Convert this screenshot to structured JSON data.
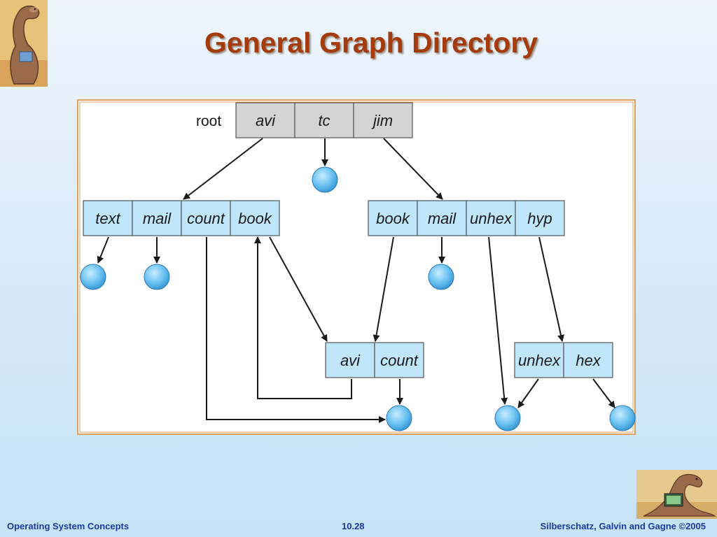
{
  "slide": {
    "title": "General Graph Directory"
  },
  "diagram": {
    "root_label": "root",
    "root_dir": [
      "avi",
      "tc",
      "jim"
    ],
    "avi_dir": [
      "text",
      "mail",
      "count",
      "book"
    ],
    "jim_dir": [
      "book",
      "mail",
      "unhex",
      "hyp"
    ],
    "shared_dir": [
      "avi",
      "count"
    ],
    "hyp_dir": [
      "unhex",
      "hex"
    ]
  },
  "footer": {
    "left": "Operating System Concepts",
    "center": "10.28",
    "right": "Silberschatz, Galvin and Gagne ©2005"
  },
  "colors": {
    "title": "#a33b0c",
    "footer": "#1b3aa0",
    "root_cell": "#d4d4d4",
    "dir_cell": "#bfe6fa",
    "file_node": "#6cc3f2",
    "frame": "#e0a060"
  }
}
